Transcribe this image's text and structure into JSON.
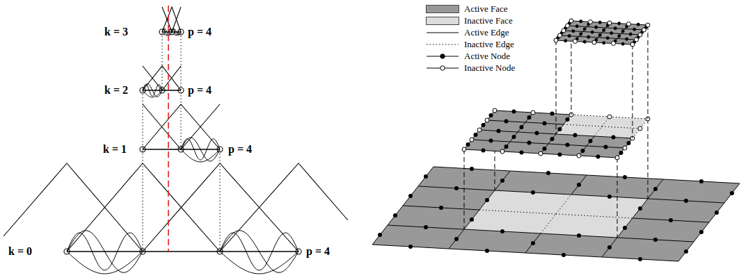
{
  "diagram": {
    "labels": [
      "k = 3",
      "p = 4",
      "k = 2",
      "p = 4",
      "k = 1",
      "p = 4",
      "k = 0",
      "p = 4"
    ],
    "legend": [
      {
        "text": "Active Face",
        "color": "#999999"
      },
      {
        "text": "Inactive Face",
        "color": "#dcdcdc"
      },
      {
        "text": "Active Edge"
      },
      {
        "text": "Inactive Edge"
      },
      {
        "text": "Active Node"
      },
      {
        "text": "Inactive Node"
      }
    ]
  }
}
